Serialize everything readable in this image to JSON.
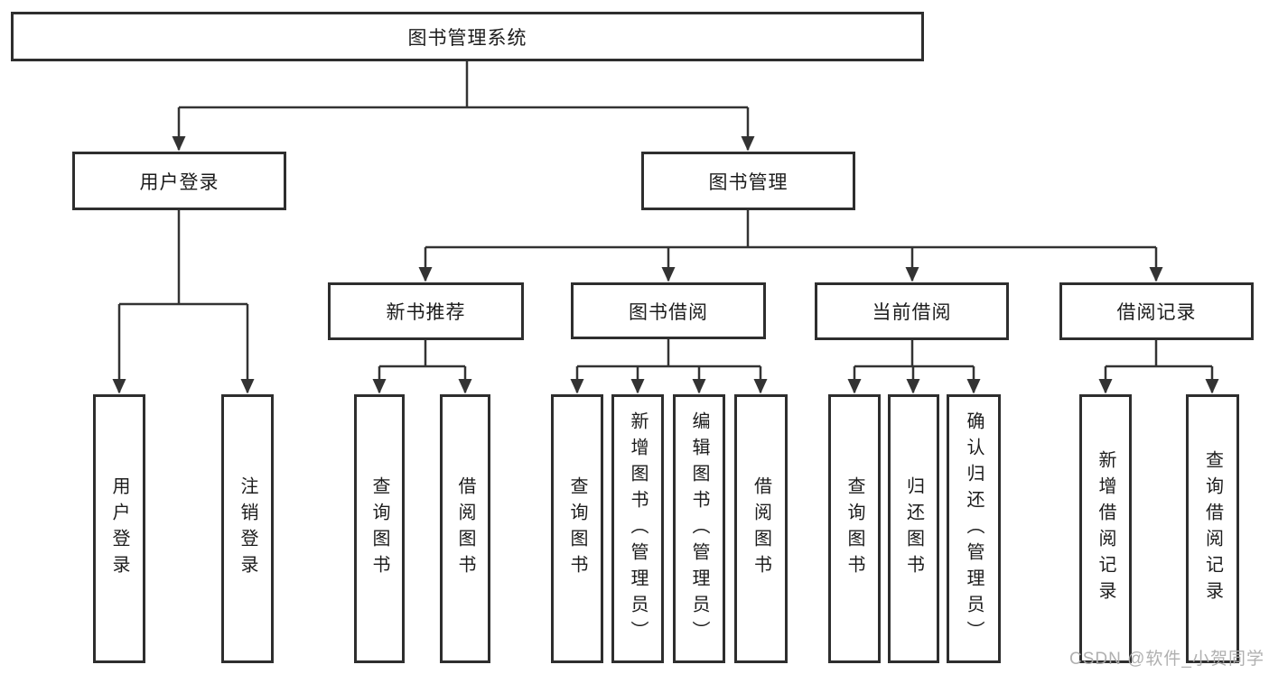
{
  "tree": {
    "label": "图书管理系统",
    "children": [
      {
        "label": "用户登录",
        "children": [
          {
            "label": "用户登录"
          },
          {
            "label": "注销登录"
          }
        ]
      },
      {
        "label": "图书管理",
        "children": [
          {
            "label": "新书推荐",
            "children": [
              {
                "label": "查询图书"
              },
              {
                "label": "借阅图书"
              }
            ]
          },
          {
            "label": "图书借阅",
            "children": [
              {
                "label": "查询图书"
              },
              {
                "label": "新增图书（管理员）"
              },
              {
                "label": "编辑图书（管理员）"
              },
              {
                "label": "借阅图书"
              }
            ]
          },
          {
            "label": "当前借阅",
            "children": [
              {
                "label": "查询图书"
              },
              {
                "label": "归还图书"
              },
              {
                "label": "确认归还（管理员）"
              }
            ]
          },
          {
            "label": "借阅记录",
            "children": [
              {
                "label": "新增借阅记录"
              },
              {
                "label": "查询借阅记录"
              }
            ]
          }
        ]
      }
    ]
  },
  "watermark": {
    "text": "CSDN @软件_小贺同学"
  },
  "colors": {
    "line": "#333333",
    "box_border": "#2e2e2e",
    "text": "#1c1c1c",
    "watermark": "#acacac",
    "background": "#ffffff"
  }
}
